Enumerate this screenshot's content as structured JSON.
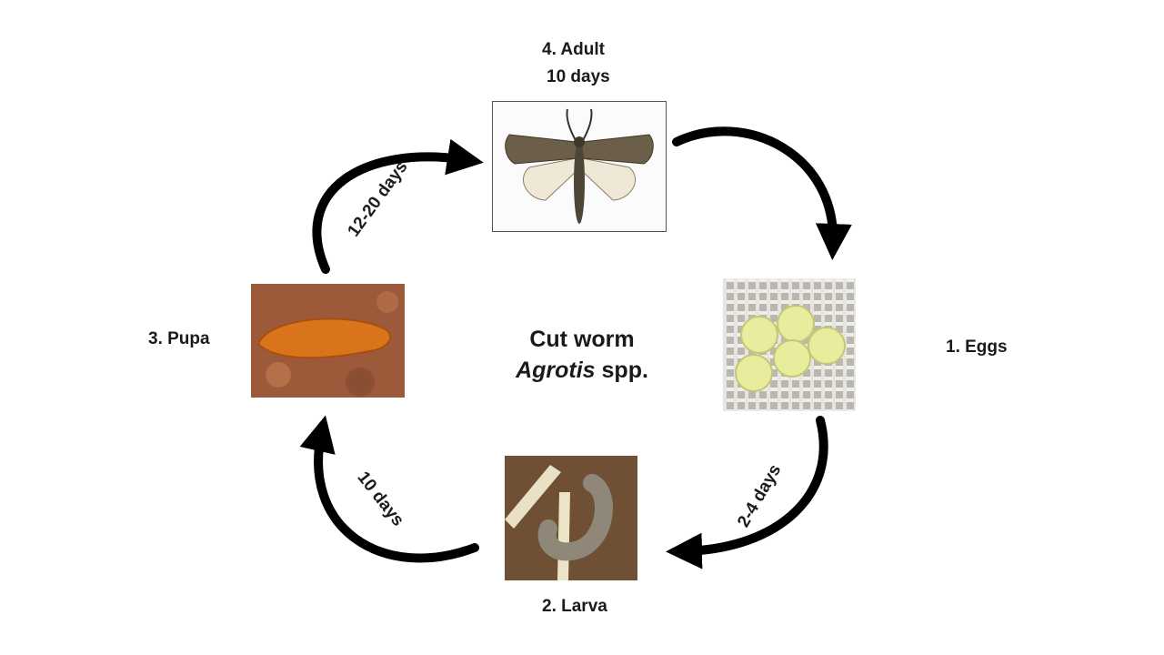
{
  "title": {
    "line1": "Cut worm",
    "genus": "Agrotis",
    "species_suffix": " spp."
  },
  "stages": {
    "adult": {
      "label": "4. Adult",
      "duration": "10 days"
    },
    "eggs": {
      "label": "1. Eggs"
    },
    "larva": {
      "label": "2. Larva"
    },
    "pupa": {
      "label": "3. Pupa"
    }
  },
  "transitions": {
    "pupa_to_adult": "12-20 days",
    "eggs_to_larva": "2-4 days",
    "larva_to_pupa": "10 days"
  },
  "colors": {
    "arrow": "#000000",
    "pupa": "#d9731c",
    "egg": "#e8ec9c",
    "soil": "#9c5a3a",
    "moth_wing": "#6b5f4a"
  }
}
